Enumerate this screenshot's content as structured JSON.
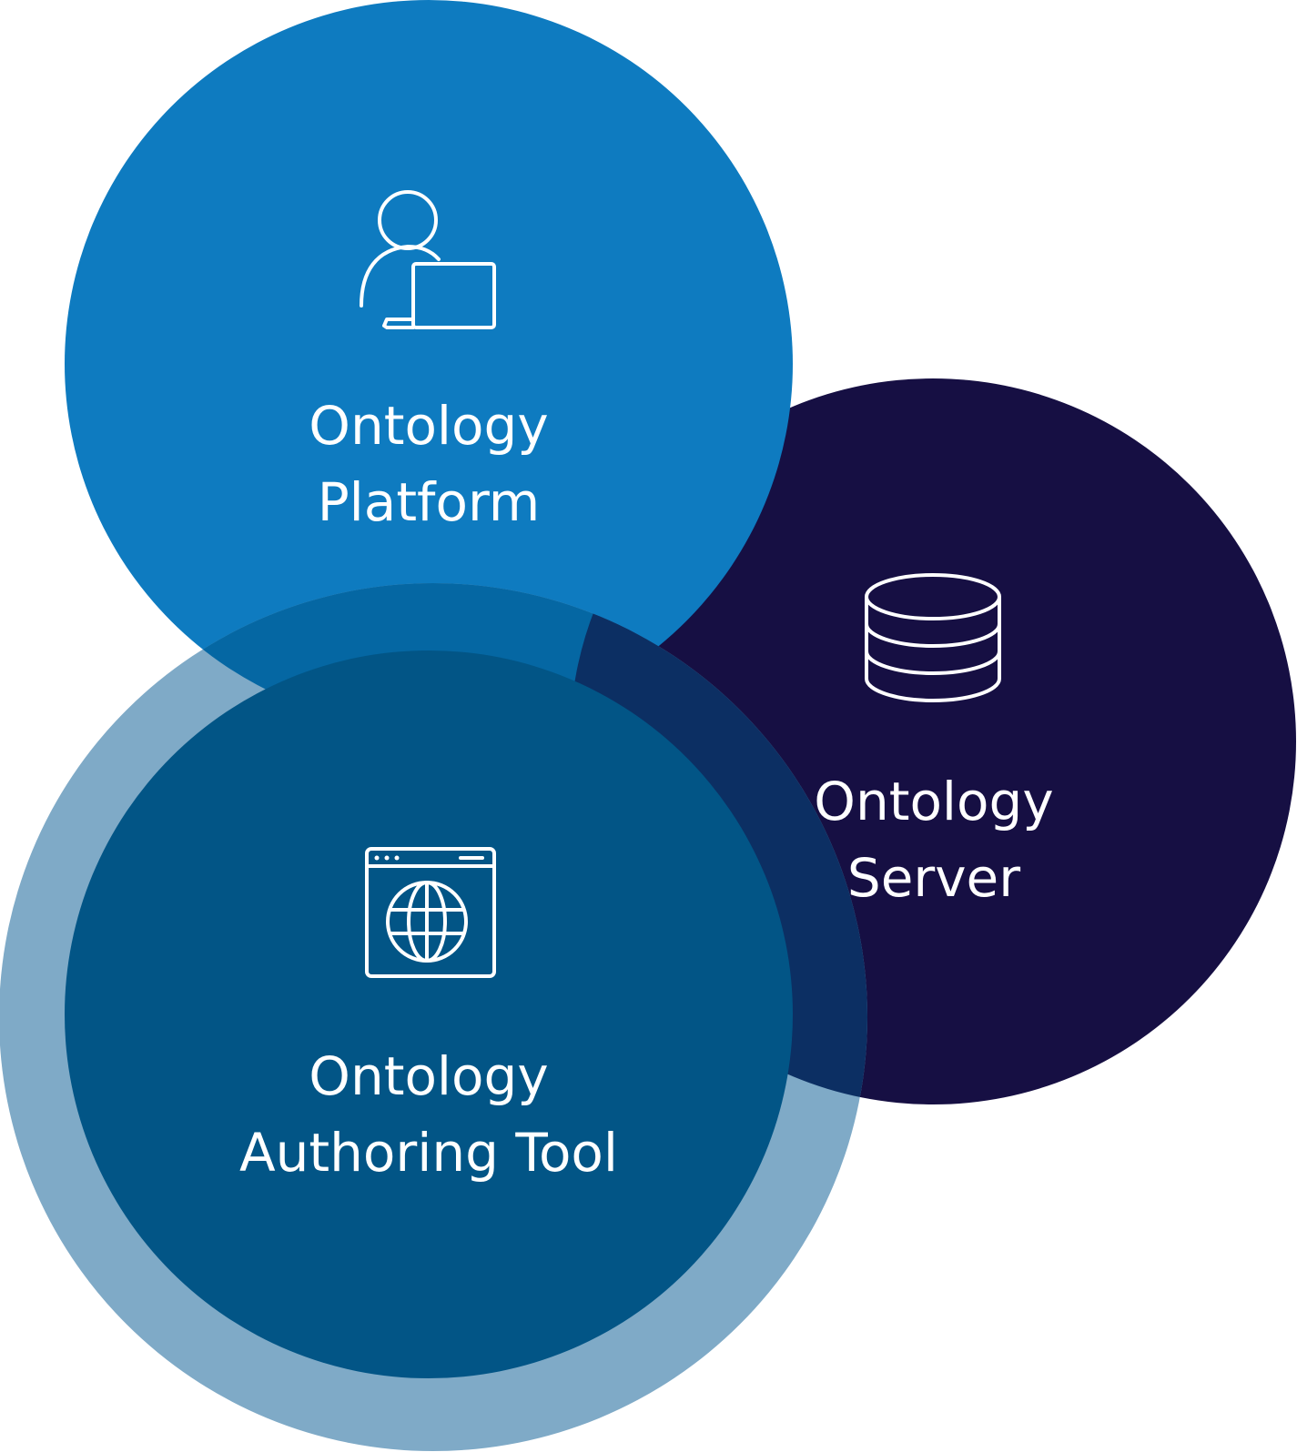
{
  "colors": {
    "platform": "#0E7BC0",
    "server": "#160F43",
    "authoring_outer": "#7FAAC7",
    "authoring_inner": "#025586",
    "overlap_platform_authoring": "#0567A3",
    "overlap_server_authoring": "#0C2F63",
    "icon_stroke": "#FFFFFF",
    "text": "#FFFFFF"
  },
  "circles": [
    {
      "id": "platform",
      "title_line1": "Ontology",
      "title_line2": "Platform",
      "icon": "user-laptop-icon"
    },
    {
      "id": "server",
      "title_line1": "Ontology",
      "title_line2": "Server",
      "icon": "database-icon"
    },
    {
      "id": "authoring",
      "title_line1": "Ontology",
      "title_line2": "Authoring Tool",
      "icon": "browser-globe-icon"
    }
  ]
}
